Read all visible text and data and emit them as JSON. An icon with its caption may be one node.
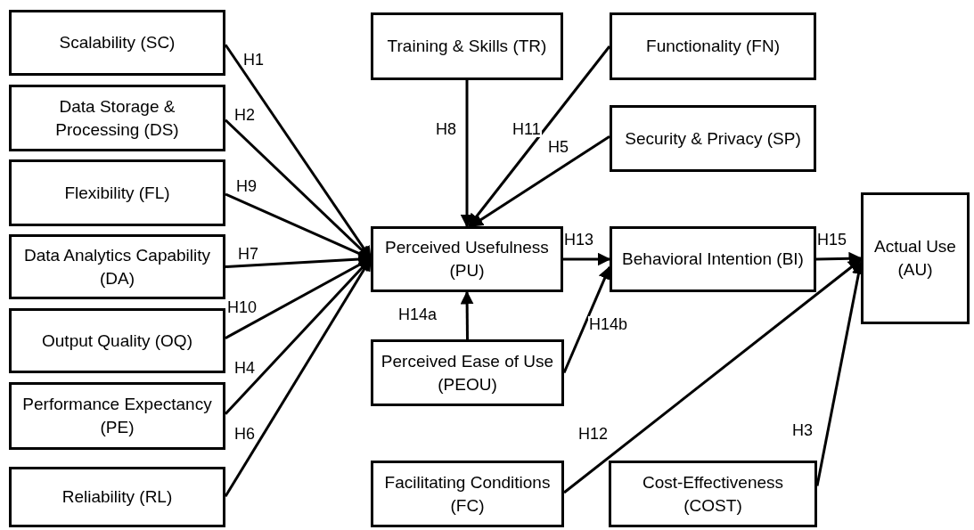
{
  "diagram": {
    "nodes": [
      {
        "text": [
          "Scalability (SC)"
        ]
      },
      {
        "text": [
          "Data Storage & Processing (DS)"
        ]
      },
      {
        "text": [
          "Flexibility (FL)"
        ]
      },
      {
        "text": [
          "Data Analytics Capability (DA)"
        ]
      },
      {
        "text": [
          "Output Quality (OQ)"
        ]
      },
      {
        "text": [
          "Performance Expectancy (PE)"
        ]
      },
      {
        "text": [
          "Reliability (RL)"
        ]
      },
      {
        "text": [
          "Training & Skills (TR)"
        ]
      },
      {
        "text": [
          "Functionality (FN)"
        ]
      },
      {
        "text": [
          "Security & Privacy (SP)"
        ]
      },
      {
        "text": [
          "Perceived Usefulness (PU)"
        ]
      },
      {
        "text": [
          "Behavioral Intention (BI)"
        ]
      },
      {
        "text": [
          "Actual Use (AU)"
        ]
      },
      {
        "text": [
          "Perceived Ease of Use (PEOU)"
        ]
      },
      {
        "text": [
          "Facilitating Conditions (FC)"
        ]
      },
      {
        "text": [
          "Cost-Effectiveness (COST)"
        ]
      }
    ],
    "edges": [
      {
        "from": 0,
        "to": 10,
        "arrow": "to",
        "label": "H1"
      },
      {
        "from": 1,
        "to": 10,
        "arrow": "to",
        "label": "H2"
      },
      {
        "from": 2,
        "to": 10,
        "arrow": "to",
        "label": "H9"
      },
      {
        "from": 3,
        "to": 10,
        "arrow": "to",
        "label": "H7"
      },
      {
        "from": 4,
        "to": 10,
        "arrow": "to",
        "label": "H10"
      },
      {
        "from": 5,
        "to": 10,
        "arrow": "to",
        "label": "H4"
      },
      {
        "from": 6,
        "to": 10,
        "arrow": "to",
        "label": "H6"
      },
      {
        "from": 7,
        "to": 10,
        "arrow": "to",
        "label": "H8"
      },
      {
        "from": 8,
        "to": 10,
        "arrow": "to",
        "label": "H11"
      },
      {
        "from": 9,
        "to": 10,
        "arrow": "to",
        "label": "H5"
      },
      {
        "from": 10,
        "to": 11,
        "arrow": "to",
        "label": "H13"
      },
      {
        "from": 11,
        "to": 12,
        "arrow": "to",
        "label": "H15"
      },
      {
        "from": 13,
        "to": 10,
        "arrow": "to",
        "label": "H14a"
      },
      {
        "from": 13,
        "to": 11,
        "arrow": "to",
        "label": "H14b"
      },
      {
        "from": 14,
        "to": 12,
        "arrow": "to",
        "label": "H12"
      },
      {
        "from": 15,
        "to": 12,
        "arrow": "to",
        "label": "H3"
      }
    ]
  }
}
